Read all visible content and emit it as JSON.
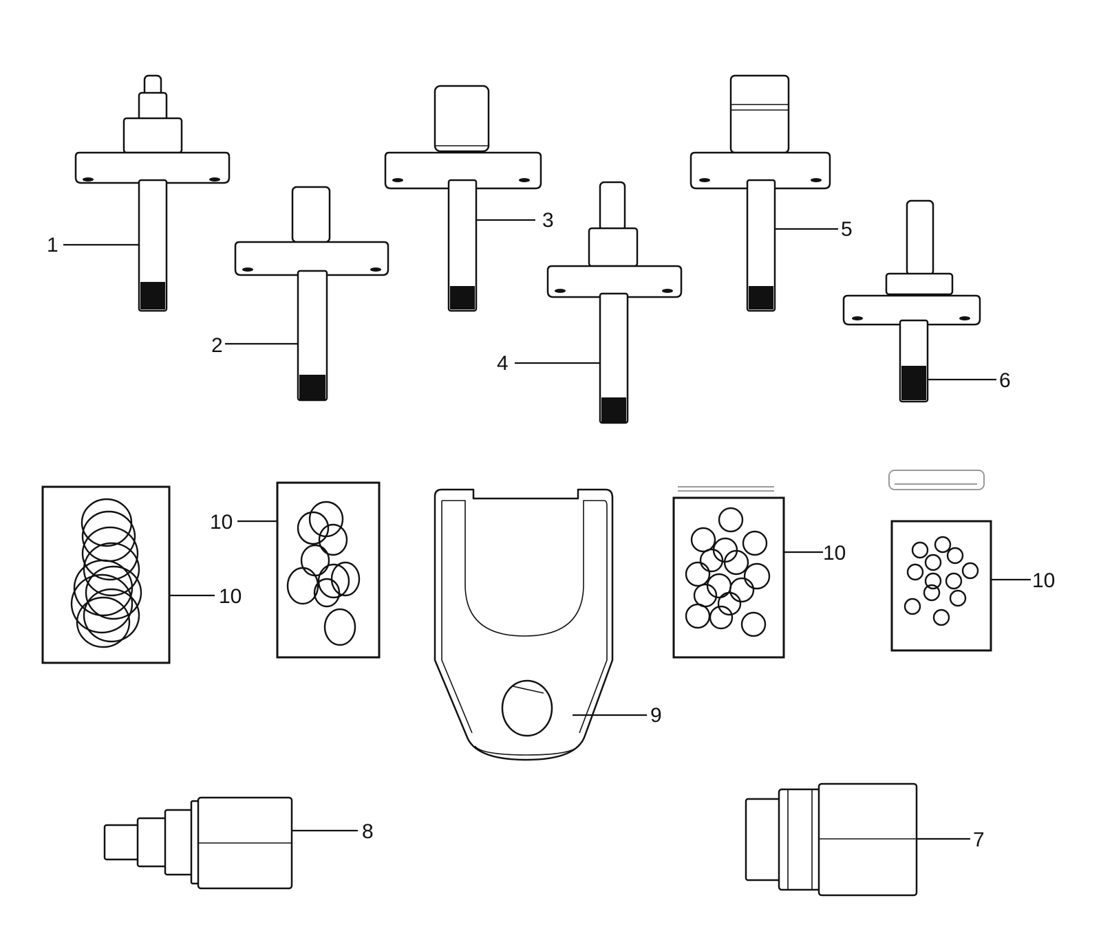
{
  "callouts": {
    "c1": "1",
    "c2": "2",
    "c3": "3",
    "c4": "4",
    "c5": "5",
    "c6": "6",
    "c7": "7",
    "c8": "8",
    "c9": "9",
    "c10a": "10",
    "c10b": "10",
    "c10c": "10",
    "c10d": "10"
  },
  "colors": {
    "line": "#111111",
    "background": "#ffffff"
  }
}
